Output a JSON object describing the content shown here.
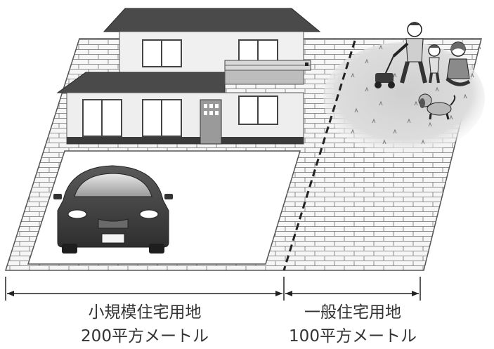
{
  "left_area": {
    "name": "小規模住宅用地",
    "size": "200平方メートル"
  },
  "right_area": {
    "name": "一般住宅用地",
    "size": "100平方メートル"
  },
  "colors": {
    "paving": "#f4f4f4",
    "brick_line": "#8f8f8f",
    "roof": "#4a4a4a",
    "wall": "#f0f0f0",
    "lawn": "#d9d9d9",
    "car": "#3b3b3b",
    "text": "#333333"
  },
  "icons": [
    "house-icon",
    "car-icon",
    "family-icon",
    "dog-icon",
    "lawn-mower-icon"
  ]
}
